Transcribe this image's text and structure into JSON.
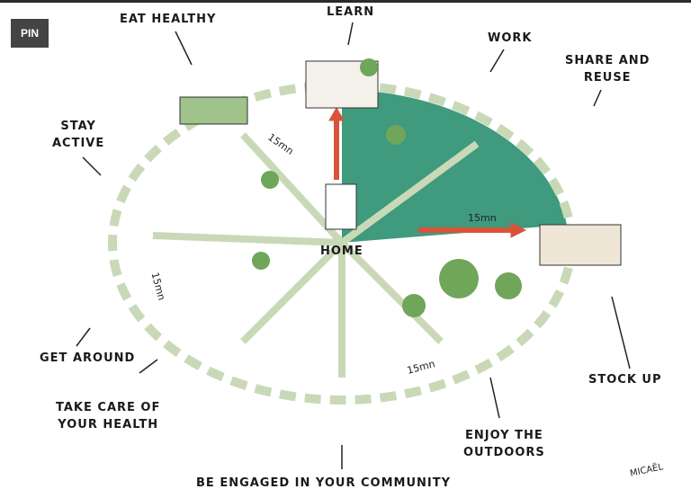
{
  "pin_button": "PIN",
  "labels": {
    "eat_healthy": "EAT HEALTHY",
    "learn": "LEARN",
    "work": "WORK",
    "share_and_reuse": "SHARE AND\nREUSE",
    "stay_active": "STAY\nACTIVE",
    "home": "HOME",
    "get_around": "GET AROUND",
    "take_care": "TAKE CARE OF\nYOUR HEALTH",
    "stock_up": "STOCK UP",
    "enjoy_outdoors": "ENJOY THE\nOUTDOORS",
    "community": "BE ENGAGED IN YOUR COMMUNITY"
  },
  "distance_labels": [
    "15mn",
    "15mn",
    "15mn",
    "15mn"
  ],
  "signature": "MICAËL",
  "colors": {
    "green": "#3f9a7e",
    "road": "#c9d9b8",
    "arrow": "#d9533a"
  }
}
